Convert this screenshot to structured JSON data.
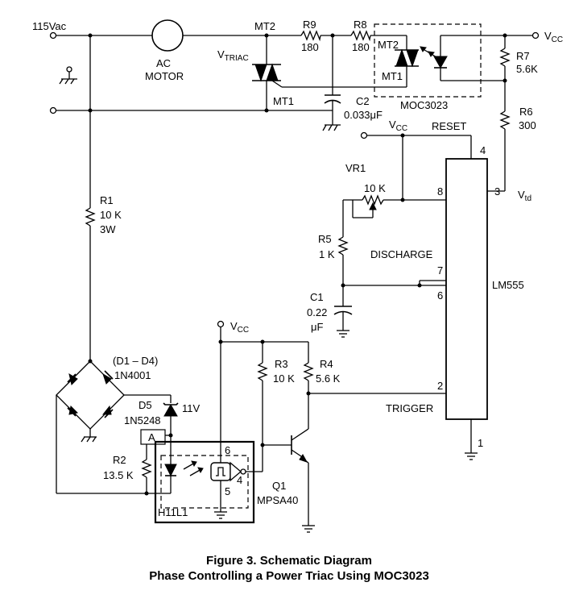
{
  "labels": {
    "source": "115Vac",
    "motor_l1": "AC",
    "motor_l2": "MOTOR",
    "mt2": "MT2",
    "mt1": "MT1",
    "vtriac_main": "V",
    "vtriac_sub": "TRIAC",
    "r9_name": "R9",
    "r9_val": "180",
    "r8_name": "R8",
    "r8_val": "180",
    "opto_mt2": "MT2",
    "opto_mt1": "MT1",
    "opto_name": "MOC3023",
    "c2_name": "C2",
    "c2_val": "0.033μF",
    "vcc_main": "V",
    "vcc_sub": "CC",
    "r7_name": "R7",
    "r7_val": "5.6K",
    "r6_name": "R6",
    "r6_val": "300",
    "reset": "RESET",
    "vr1_name": "VR1",
    "vr1_val": "10 K",
    "r5_name": "R5",
    "r5_val": "1 K",
    "discharge": "DISCHARGE",
    "c1_name": "C1",
    "c1_val1": "0.22",
    "c1_val2": "μF",
    "lm555": "LM555",
    "vtd_main": "V",
    "vtd_sub": "td",
    "pin4": "4",
    "pin8": "8",
    "pin3": "3",
    "pin7": "7",
    "pin6": "6",
    "pin2": "2",
    "pin1": "1",
    "trigger": "TRIGGER",
    "r1_name": "R1",
    "r1_val1": "10 K",
    "r1_val2": "3W",
    "bridge_name": "(D1 – D4)",
    "bridge_val": "1N4001",
    "d5_name": "D5",
    "d5_val": "1N5248",
    "d5_volt": "11V",
    "node_a": "A",
    "r2_name": "R2",
    "r2_val": "13.5 K",
    "r3_name": "R3",
    "r3_val": "10 K",
    "r4_name": "R4",
    "r4_val": "5.6 K",
    "h11_pin6": "6",
    "h11_pin4": "4",
    "h11_pin5": "5",
    "h11_name": "H11L1",
    "q1_name": "Q1",
    "q1_val": "MPSA40"
  },
  "caption": {
    "line1": "Figure 3. Schematic Diagram",
    "line2": "Phase Controlling a Power Triac Using MOC3023"
  }
}
